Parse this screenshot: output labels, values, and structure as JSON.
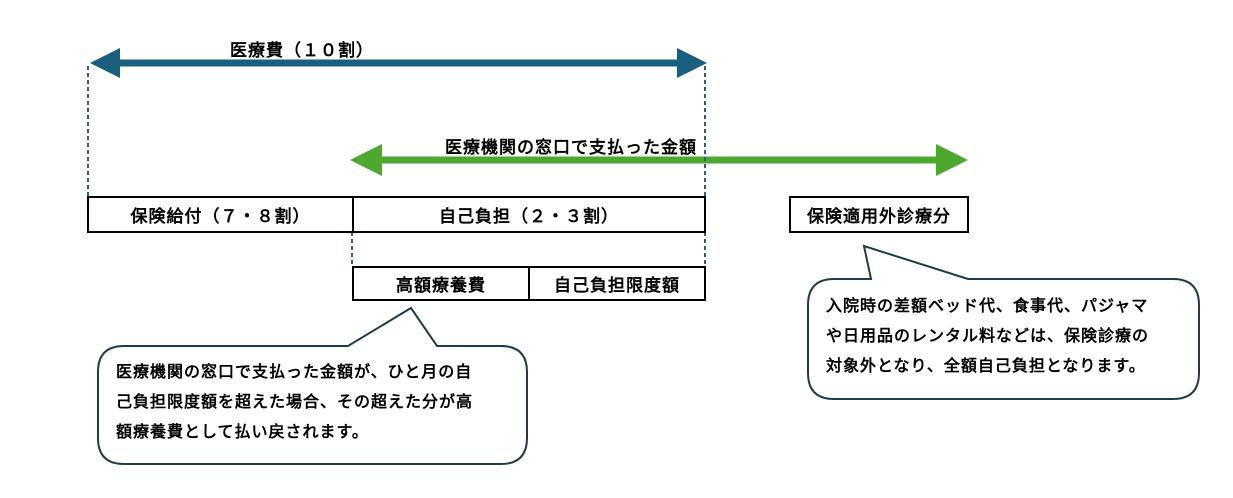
{
  "diagram": {
    "total_label": "医療費（１０割）",
    "window_label": "医療機関の窓口で支払った金額",
    "boxes": {
      "insurance": "保険給付（７・８割）",
      "self_pay": "自己負担（２・３割）",
      "uncovered": "保険適用外診療分",
      "high_cost": "高額療養費",
      "limit": "自己負担限度額"
    },
    "callout_left": {
      "lines": [
        "医療機関の窓口で支払った金額が、ひと月の自",
        "己負担限度額を超えた場合、その超えた分が高",
        "額療養費として払い戻されます。"
      ]
    },
    "callout_right": {
      "lines": [
        "入院時の差額ベッド代、食事代、パジャマ",
        "や日用品のレンタル料などは、保険診療の",
        "対象外となり、全額自己負担となります。"
      ]
    },
    "colors": {
      "blue_arrow": "#1b5f7f",
      "green_arrow": "#4ea72e",
      "callout_border": "#1f3b4d",
      "dashed_line": "#2e5f7a"
    }
  }
}
